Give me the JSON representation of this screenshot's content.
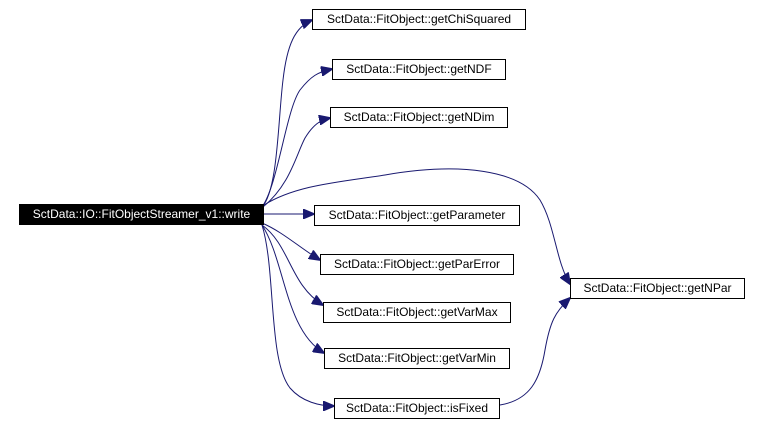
{
  "diagram": {
    "colors": {
      "edge": "#191970",
      "node_border": "#000000",
      "root_fill": "#000000",
      "root_text": "#ffffff"
    },
    "root": {
      "label": "SctData::IO::FitObjectStreamer_v1::write"
    },
    "callees": [
      {
        "id": "chi",
        "label": "SctData::FitObject::getChiSquared"
      },
      {
        "id": "ndf",
        "label": "SctData::FitObject::getNDF"
      },
      {
        "id": "ndim",
        "label": "SctData::FitObject::getNDim"
      },
      {
        "id": "par",
        "label": "SctData::FitObject::getParameter"
      },
      {
        "id": "parerr",
        "label": "SctData::FitObject::getParError"
      },
      {
        "id": "vmax",
        "label": "SctData::FitObject::getVarMax"
      },
      {
        "id": "vmin",
        "label": "SctData::FitObject::getVarMin"
      },
      {
        "id": "fixed",
        "label": "SctData::FitObject::isFixed"
      },
      {
        "id": "npar",
        "label": "SctData::FitObject::getNPar"
      }
    ],
    "edges": [
      {
        "from": "root",
        "to": "chi"
      },
      {
        "from": "root",
        "to": "ndf"
      },
      {
        "from": "root",
        "to": "ndim"
      },
      {
        "from": "root",
        "to": "npar"
      },
      {
        "from": "root",
        "to": "par"
      },
      {
        "from": "root",
        "to": "parerr"
      },
      {
        "from": "root",
        "to": "vmax"
      },
      {
        "from": "root",
        "to": "vmin"
      },
      {
        "from": "root",
        "to": "fixed"
      },
      {
        "from": "fixed",
        "to": "npar"
      }
    ]
  }
}
